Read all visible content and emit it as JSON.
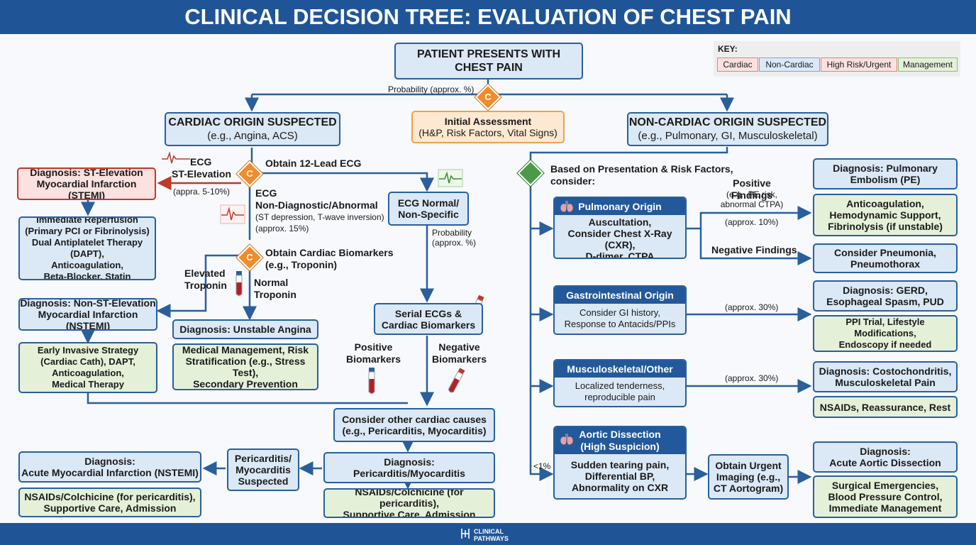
{
  "title": "CLINICAL DECISION TREE: EVALUATION OF CHEST PAIN",
  "key": {
    "title": "KEY:",
    "cardiac": "Cardiac",
    "non_cardiac": "Non-Cardiac",
    "high_risk": "High Risk/Urgent",
    "management": "Management"
  },
  "colors": {
    "header": "#1f5596",
    "cardiac": "#fbe1df",
    "non_cardiac": "#dbe8f6",
    "high_risk": "#fbe1df",
    "management": "#e5f0d9",
    "decision": "#f28b2b",
    "decision_green": "#4a9a47"
  },
  "icons": [
    "ecg-icon",
    "test-tube-icon",
    "lungs-icon",
    "decision-diamond-icon"
  ],
  "start": {
    "line1": "PATIENT PRESENTS WITH",
    "line2": "CHEST PAIN"
  },
  "probability_top": "Probability (approx. %)",
  "decision_letter": "C",
  "initial_assessment": {
    "line1": "Initial Assessment",
    "line2": "(H&P, Risk Factors, Vital Signs)"
  },
  "cardiac": {
    "suspected": {
      "line1": "CARDIAC ORIGIN SUSPECTED",
      "line2": "(e.g., Angina, ACS)"
    },
    "obtain_ecg": "Obtain 12-Lead ECG",
    "ecg_st_label": "ECG",
    "st_elevation": "ST-Elevation",
    "st_prob": "(appra. 5-10%)",
    "stemi": {
      "line1": "Diagnosis: ST-Elevation",
      "line2": "Myocardial Infarction (STEMI)"
    },
    "reperfusion": [
      "Immediate Reperfusion",
      "(Primary PCI or Fibrinolysis)",
      "Dual Antiplatelet Therapy (DAPT),",
      "Anticoagulation,",
      "Beta-Blocker, Statin"
    ],
    "ecg_nd_label": "ECG",
    "ecg_nd": "Non-Diagnostic/Abnormal",
    "ecg_nd_detail": "(ST depression, T-wave inversion)",
    "ecg_nd_prob": "(approx. 15%)",
    "ecg_normal": {
      "line1": "ECG Normal/",
      "line2": "Non-Specific"
    },
    "prob_label": {
      "line1": "Probability",
      "line2": "(approx. %)"
    },
    "obtain_biomarkers": {
      "line1": "Obtain Cardiac Biomarkers",
      "line2": "(e.g., Troponin)"
    },
    "elevated": {
      "line1": "Elevated",
      "line2": "Troponin"
    },
    "normal": {
      "line1": "Normal",
      "line2": "Troponin"
    },
    "nstemi": {
      "line1": "Diagnosis: Non-ST-Elevation",
      "line2": "Myocardial Infarction (NSTEMI)"
    },
    "unstable": "Diagnosis: Unstable Angina",
    "early_invasive": [
      "Early Invasive Strategy",
      "(Cardiac Cath), DAPT,",
      "Anticoagulation,",
      "Medical Therapy"
    ],
    "medical_mgmt": [
      "Medical Management, Risk",
      "Stratification (e.g., Stress Test),",
      "Secondary Prevention"
    ],
    "serial": {
      "line1": "Serial ECGs &",
      "line2": "Cardiac Biomarkers"
    },
    "positive": {
      "line1": "Positive",
      "line2": "Biomarkers"
    },
    "negative": {
      "line1": "Negative",
      "line2": "Biomarkers"
    },
    "other_causes": {
      "line1": "Consider other cardiac causes",
      "line2": "(e.g., Pericarditis, Myocarditis)"
    },
    "dx_peri": {
      "line1": "Diagnosis:",
      "line2": "Pericarditis/Myocarditis"
    },
    "peri_susp": [
      "Pericarditis/",
      "Myocarditis",
      "Suspected"
    ],
    "ami": {
      "line1": "Diagnosis:",
      "line2": "Acute Myocardial Infarction (NSTEMI)"
    },
    "nsaids_left": {
      "line1": "NSAIDs/Colchicine (for pericarditis),",
      "line2": "Supportive Care, Admission"
    },
    "nsaids_mid": {
      "line1": "NSAIDs/Colchicine (for pericarditis),",
      "line2": "Supportive Care, Admission"
    }
  },
  "noncardiac": {
    "suspected": {
      "line1": "NON-CARDIAC ORIGIN SUSPECTED",
      "line2": "(e.g., Pulmonary, GI, Musculoskeletal)"
    },
    "based_on": {
      "line1": "Based on Presentation & Risk Factors,",
      "line2": "consider:"
    },
    "pulmonary": {
      "header": "Pulmonary Origin",
      "body": [
        "Auscultation,",
        "Consider Chest X-Ray (CXR),",
        "D-dimer, CTPA"
      ]
    },
    "positive_findings": {
      "line1": "Positive Findings",
      "line2": "(e.g., PE risk,",
      "line3": "abnormal CTPA)"
    },
    "pulm_prob": "(approx. 10%)",
    "negative_findings": "Negative Findings",
    "pe_dx": {
      "line1": "Diagnosis: Pulmonary",
      "line2": "Embolism (PE)"
    },
    "pe_mgmt": [
      "Anticoagulation,",
      "Hemodynamic Support,",
      "Fibrinolysis (if unstable)"
    ],
    "pneumonia": {
      "line1": "Consider Pneumonia,",
      "line2": "Pneumothorax"
    },
    "gi": {
      "header": "Gastrointestinal Origin",
      "body": [
        "Consider GI history,",
        "Response to Antacids/PPIs"
      ]
    },
    "gi_prob": "(approx. 30%)",
    "gerd_dx": {
      "line1": "Diagnosis: GERD,",
      "line2": "Esophageal Spasm, PUD"
    },
    "gerd_mgmt": {
      "line1": "PPI Trial, Lifestyle Modifications,",
      "line2": "Endoscopy if needed"
    },
    "msk": {
      "header": "Musculoskeletal/Other",
      "body": [
        "Localized tenderness,",
        "reproducible pain"
      ]
    },
    "msk_prob": "(approx. 30%)",
    "costo_dx": {
      "line1": "Diagnosis: Costochondritis,",
      "line2": "Musculoskeletal Pain"
    },
    "costo_mgmt": "NSAIDs, Reassurance, Rest",
    "aortic": {
      "header1": "Aortic Dissection",
      "header2": "(High Suspicion)",
      "body": [
        "Sudden tearing pain,",
        "Differential BP,",
        "Abnormality on CXR"
      ]
    },
    "aortic_prob": "<1%",
    "urgent_imaging": [
      "Obtain Urgent",
      "Imaging (e.g.,",
      "CT Aortogram)"
    ],
    "aad_dx": {
      "line1": "Diagnosis:",
      "line2": "Acute Aortic Dissection"
    },
    "aad_mgmt": [
      "Surgical Emergencies,",
      "Blood Pressure Control,",
      "Immediate Management"
    ]
  },
  "footer": {
    "line1": "CLINICAL",
    "line2": "PATHWAYS"
  }
}
